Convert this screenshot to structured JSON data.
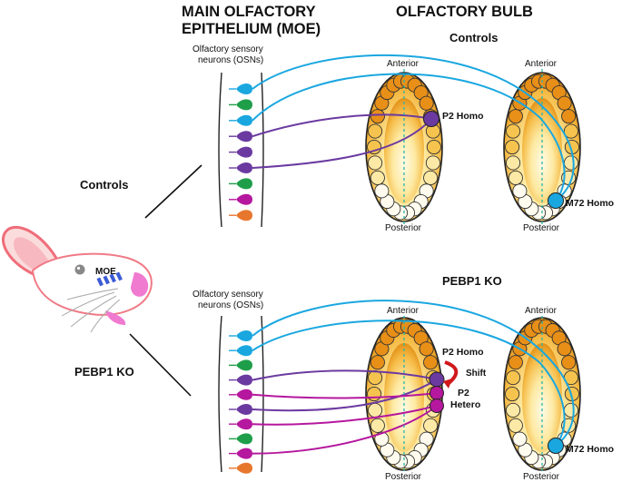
{
  "header": {
    "moe_line1": "MAIN OLFACTORY",
    "moe_line2": "EPITHELIUM (MOE)",
    "bulb": "OLFACTORY BULB"
  },
  "controls": {
    "side_label": "Controls",
    "panel_title": "Controls",
    "osn_line1": "Olfactory sensory",
    "osn_line2": "neurons (OSNs)",
    "bulb1": {
      "anterior": "Anterior",
      "posterior": "Posterior",
      "glom_label": "P2 Homo"
    },
    "bulb2": {
      "anterior": "Anterior",
      "posterior": "Posterior",
      "glom_label": "M72 Homo"
    },
    "neurons": [
      "blue",
      "green",
      "blue",
      "purple",
      "purple",
      "purple",
      "green",
      "magenta",
      "orange"
    ]
  },
  "ko": {
    "side_label": "PEBP1 KO",
    "panel_title": "PEBP1 KO",
    "osn_line1": "Olfactory sensory",
    "osn_line2": "neurons (OSNs)",
    "bulb1": {
      "anterior": "Anterior",
      "posterior": "Posterior",
      "glom_label1": "P2 Homo",
      "shift": "Shift",
      "glom_label2_line1": "P2",
      "glom_label2_line2": "Hetero"
    },
    "bulb2": {
      "anterior": "Anterior",
      "posterior": "Posterior",
      "glom_label": "M72 Homo"
    },
    "neurons": [
      "blue",
      "blue",
      "green",
      "purple",
      "magenta",
      "purple",
      "magenta",
      "green",
      "magenta",
      "orange"
    ]
  },
  "mouse": {
    "moe_label": "MOE"
  },
  "colors": {
    "blue": "#1aa7e0",
    "green": "#1f9e4a",
    "purple": "#6b3aa0",
    "magenta": "#b5179e",
    "orange": "#e8772e",
    "bulb_dark": "#e08a10",
    "bulb_light": "#fff6d0",
    "shift_arrow": "#d0181b",
    "midline": "#2bb5a5"
  }
}
